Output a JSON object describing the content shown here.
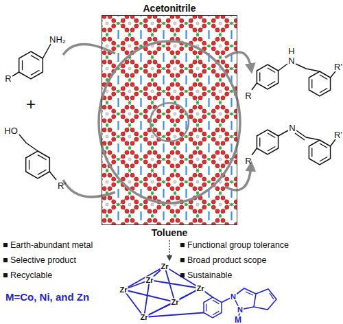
{
  "diagram": {
    "nodes": [
      {
        "text": [
          "Acetonitrile",
          "Toluene"
        ]
      }
    ],
    "labels": [
      "R",
      "NH₂",
      "+",
      "HO",
      "R'",
      "R",
      "N",
      "H",
      "R'",
      "R",
      "N",
      "R'",
      "■ Earth-abundant metal",
      "■ Selective product",
      "■ Recyclable",
      "■ Functional group tolerance",
      "■ Broad product scope",
      "■ Sustainable",
      "M=Co, Ni, and Zn",
      "Zr",
      "Zr",
      "Zr",
      "Zr",
      "Zr",
      "Zr",
      "N",
      "N",
      "M"
    ]
  }
}
